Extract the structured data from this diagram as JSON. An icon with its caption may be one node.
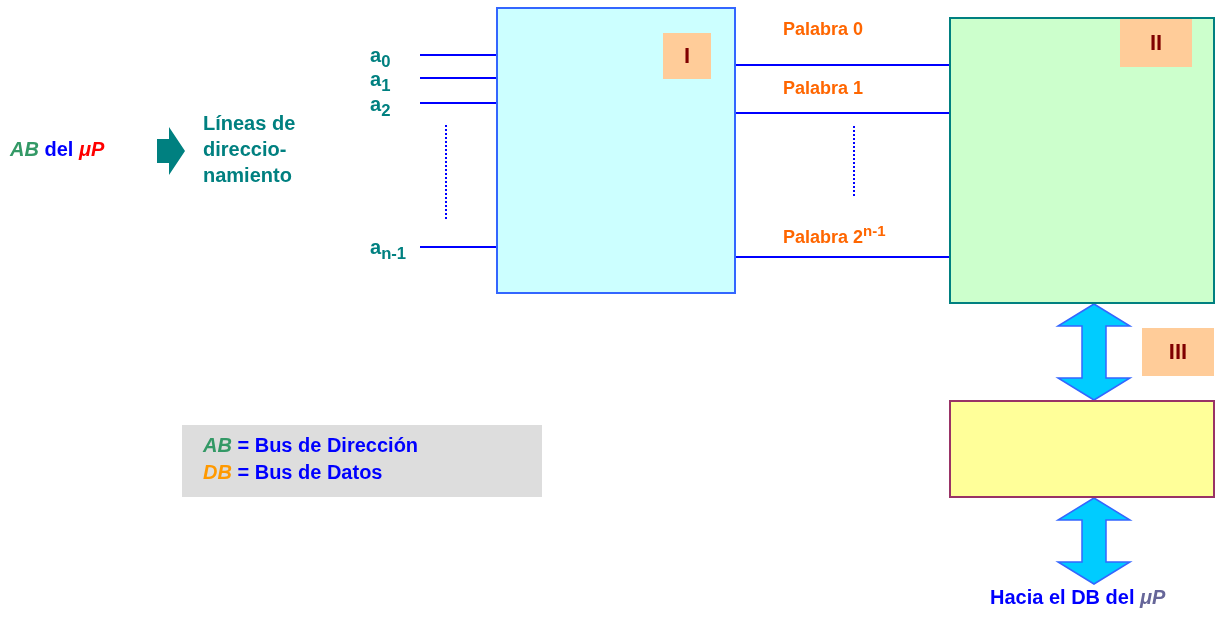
{
  "diagram": {
    "nodes": [
      {
        "text": [
          "*AB* del *μP*"
        ]
      },
      {
        "text": [
          "Líneas de direccio- namiento"
        ]
      },
      {
        "text": [
          "a$_{0}$"
        ]
      },
      {
        "text": [
          "a$_{1}$"
        ]
      },
      {
        "text": [
          "a$_{2}$"
        ]
      },
      {
        "text": [
          "a$_{n-1}$"
        ]
      },
      {
        "text": [
          "I"
        ]
      },
      {
        "text": [
          "II"
        ]
      },
      {
        "text": [],
        "shape": "box"
      },
      {
        "text": [
          "Hacia el DB del *μP*"
        ]
      }
    ],
    "edges": [
      {
        "from": 0,
        "to": 1,
        "arrow": "to",
        "style": "thick",
        "color": "#008080"
      },
      {
        "from": 2,
        "to": 6,
        "arrow": "none"
      },
      {
        "from": 3,
        "to": 6,
        "arrow": "none"
      },
      {
        "from": 4,
        "to": 6,
        "arrow": "none"
      },
      {
        "from": 5,
        "to": 6,
        "arrow": "none"
      },
      {
        "from": 6,
        "to": 7,
        "arrow": "none",
        "label": "Palabra 0"
      },
      {
        "from": 6,
        "to": 7,
        "arrow": "none",
        "label": "Palabra 1"
      },
      {
        "from": 6,
        "to": 7,
        "arrow": "none",
        "label": "Palabra 2$^{n-1}$"
      },
      {
        "from": 7,
        "to": 8,
        "arrow": "both",
        "label": "III",
        "style": "thick",
        "color": "#00ccff"
      },
      {
        "from": 8,
        "to": 9,
        "arrow": "both",
        "style": "thick",
        "color": "#00ccff"
      }
    ],
    "labels": [
      "*AB* = Bus de Dirección",
      "*DB* = Bus de Datos"
    ]
  }
}
